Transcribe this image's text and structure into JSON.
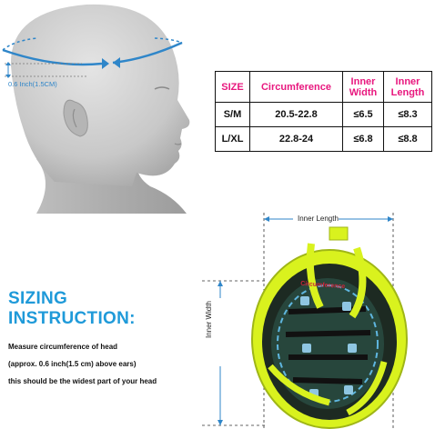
{
  "measure": {
    "height_label": "0.6 Inch(1.5CM)"
  },
  "size_table": {
    "headers": [
      "SIZE",
      "Circumference",
      "Inner Width",
      "Inner Length"
    ],
    "rows": [
      {
        "size": "S/M",
        "circumference": "20.5-22.8",
        "inner_width": "≤6.5",
        "inner_length": "≤8.3"
      },
      {
        "size": "L/XL",
        "circumference": "22.8-24",
        "inner_width": "≤6.8",
        "inner_length": "≤8.8"
      }
    ]
  },
  "sizing": {
    "title_line1": "SIZING",
    "title_line2": "INSTRUCTION:",
    "instructions": [
      "Measure circumference of head",
      "(approx. 0.6 inch(1.5 cm) above ears)",
      "this should be the widest part of your head"
    ]
  },
  "helmet": {
    "inner_length_label": "Inner Length",
    "inner_width_label": "Inner Width",
    "strap_text": "Circumference"
  },
  "colors": {
    "accent_blue": "#1f9ad9",
    "header_pink": "#e8177e",
    "helmet_yellow": "#d9f21e"
  }
}
